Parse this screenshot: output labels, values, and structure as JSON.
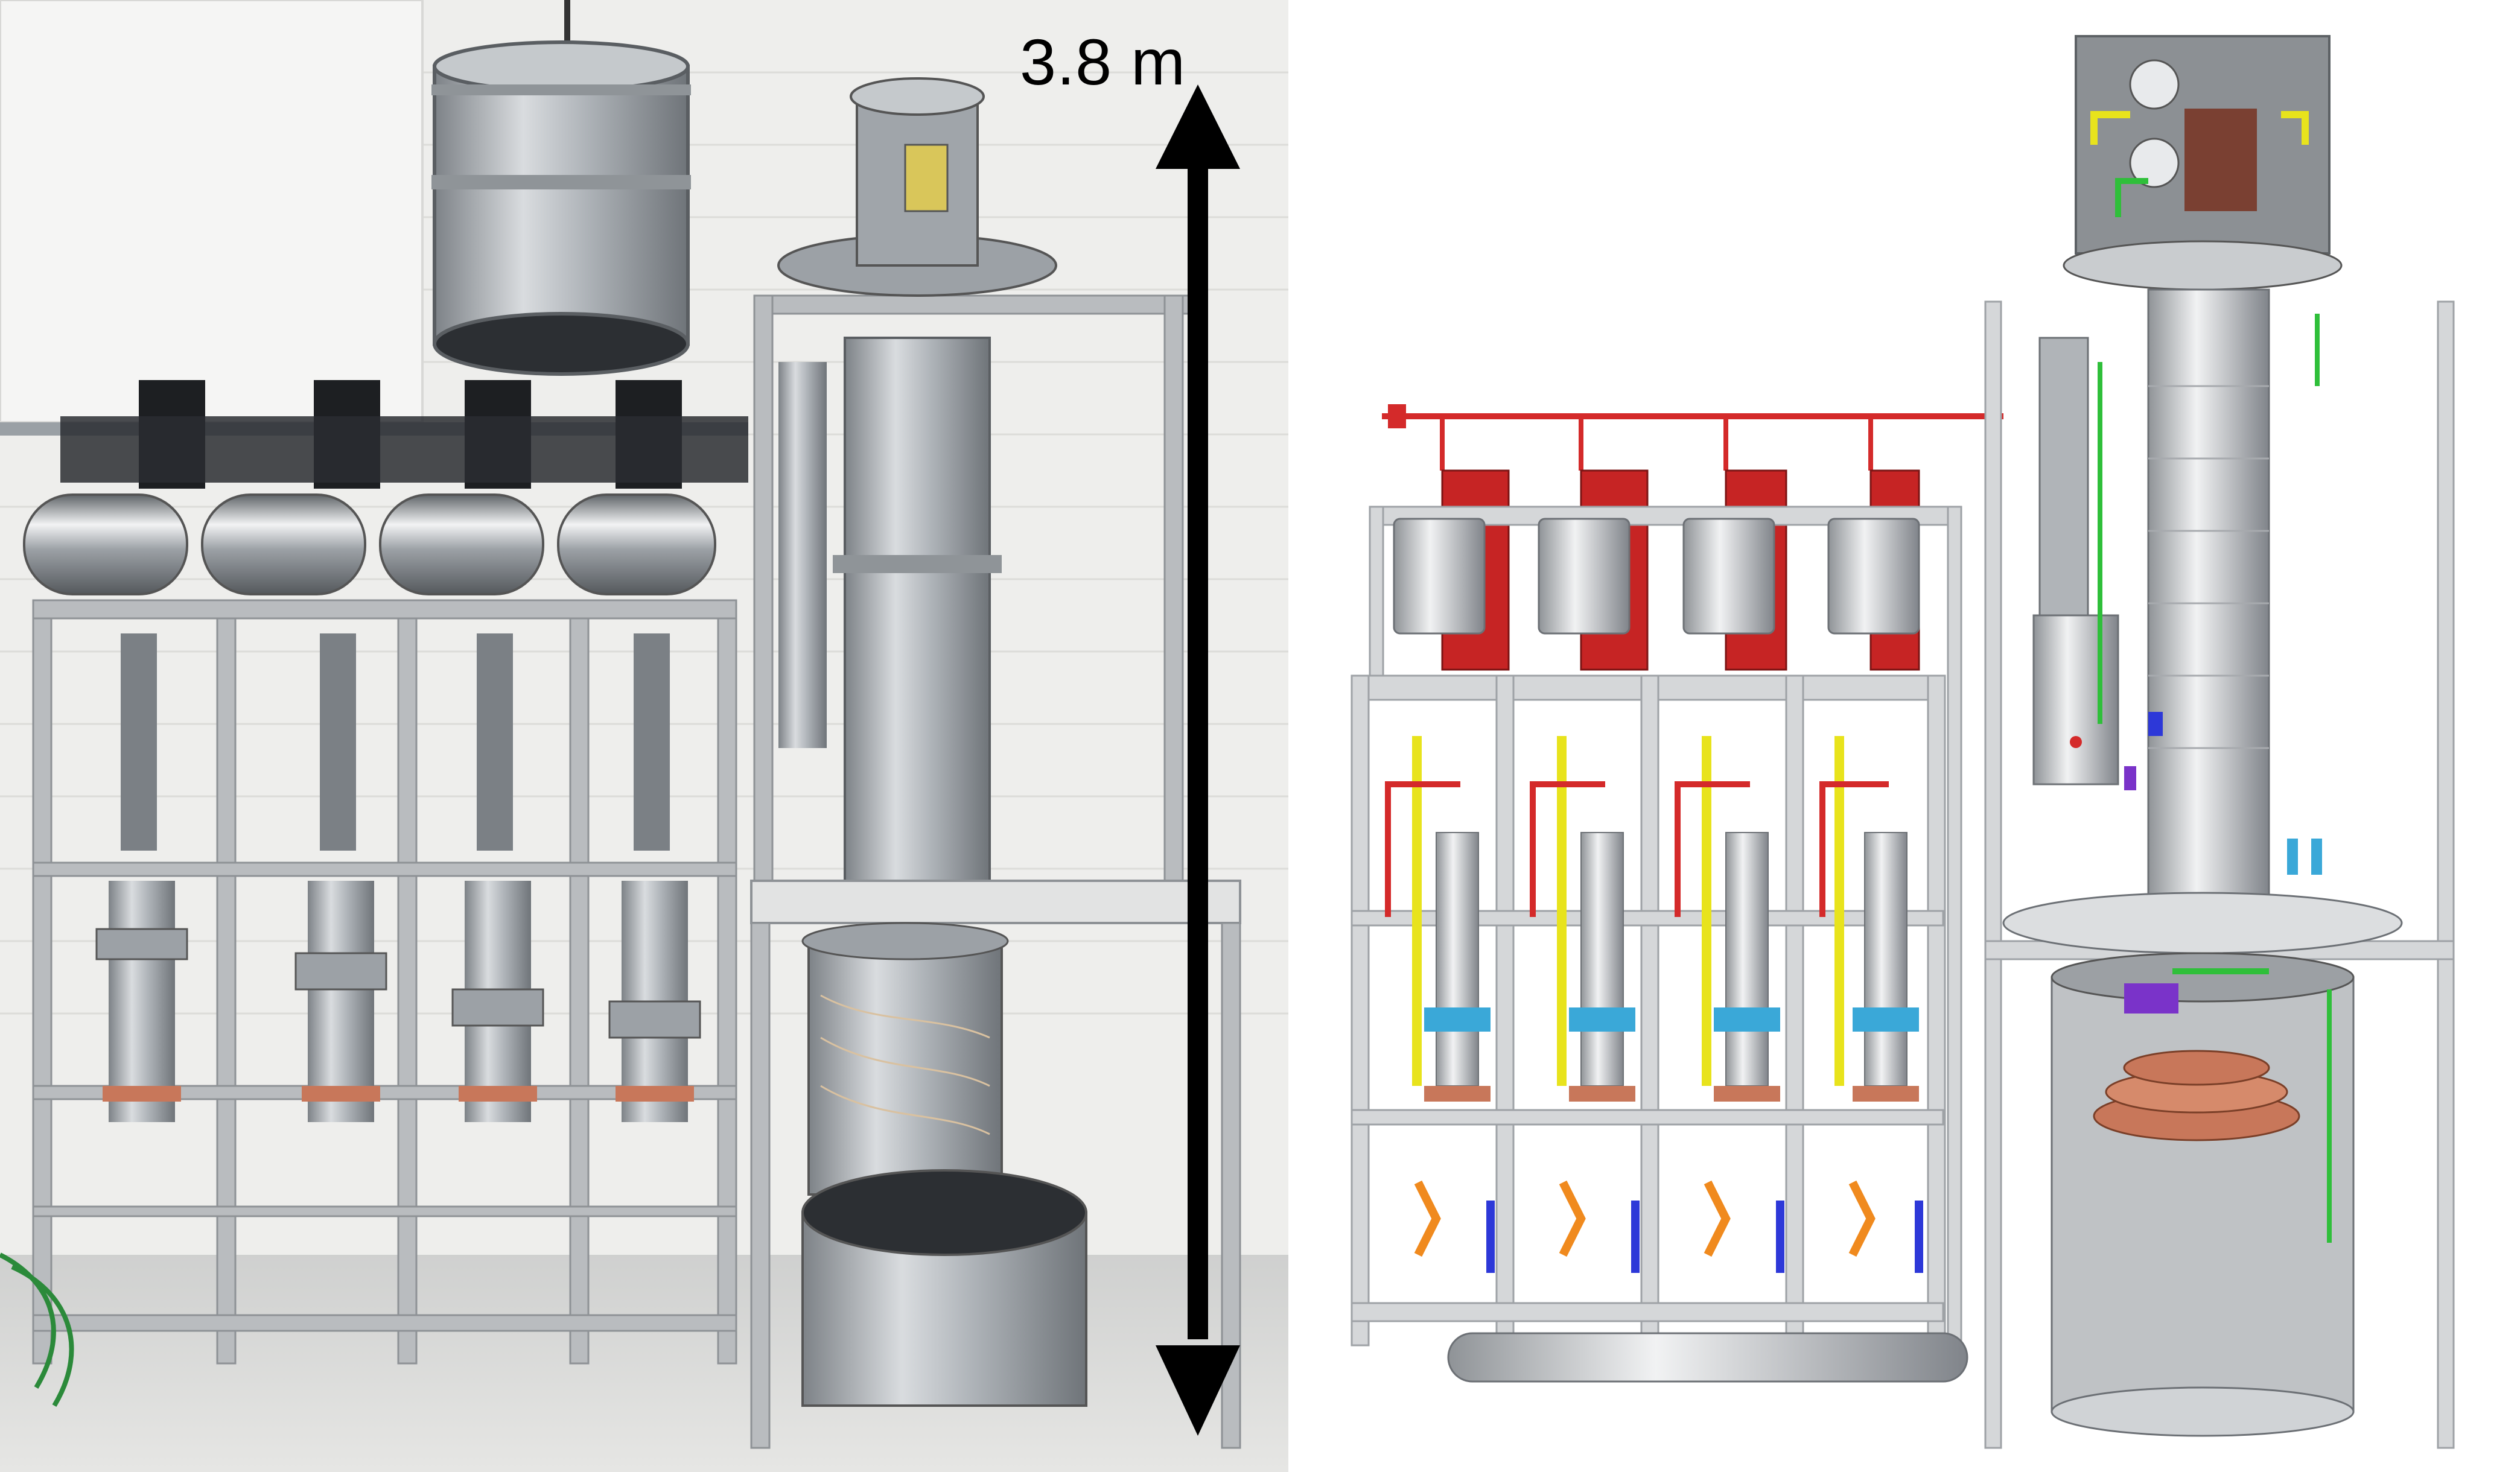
{
  "figure": {
    "height_annotation": "3.8 m"
  },
  "panels": {
    "left": {
      "kind": "photograph",
      "subject": "cryogenic-apparatus-photo"
    },
    "right": {
      "kind": "cad-rendering",
      "subject": "cryogenic-apparatus-render"
    }
  },
  "colors": {
    "aluminum_frame": "#b9bcbf",
    "stainless": "#a9aeb3",
    "wall": "#eeeeec",
    "pipe_red": "#d42a2a",
    "pipe_yellow": "#e8e31c",
    "pipe_green": "#2fbf3a",
    "pipe_blue": "#2d38d8",
    "pipe_orange": "#f08a1e",
    "copper": "#c8775a",
    "ring_cyan": "#3aa8d8",
    "purple": "#7a33c9"
  }
}
